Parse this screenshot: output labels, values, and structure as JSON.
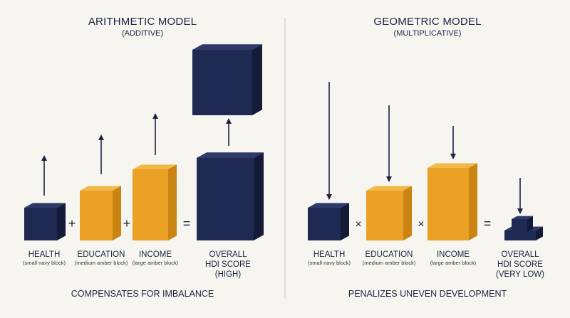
{
  "colors": {
    "background": "#f6f5f0",
    "navy_front": "#1f2a52",
    "navy_side": "#141b38",
    "navy_top": "#2e3a6a",
    "amber_front": "#eaa126",
    "amber_side": "#c98412",
    "amber_top": "#f2b94a",
    "arrow": "#1d2340",
    "divider": "#c9c9c9"
  },
  "arithmetic": {
    "title": "ARITHMETIC MODEL",
    "subtitle": "(ADDITIVE)",
    "operators": [
      "+",
      "+",
      "="
    ],
    "items": [
      {
        "label": "HEALTH",
        "sub": "(small navy block)"
      },
      {
        "label": "EDUCATION",
        "sub": "(medium amber block)"
      },
      {
        "label": "INCOME",
        "sub": "(large amber block)"
      }
    ],
    "result": {
      "line1": "OVERALL",
      "line2": "HDI SCORE",
      "line3": "(HIGH)"
    },
    "caption": "COMPENSATES FOR IMBALANCE"
  },
  "geometric": {
    "title": "GEOMETRIC MODEL",
    "subtitle": "(MULTIPLICATIVE)",
    "operators": [
      "×",
      "×",
      "="
    ],
    "items": [
      {
        "label": "HEALTH",
        "sub": "(small navy block)"
      },
      {
        "label": "EDUCATION",
        "sub": "(medium amber block)"
      },
      {
        "label": "INCOME",
        "sub": "(large amber block)"
      }
    ],
    "result": {
      "line1": "OVERALL",
      "line2": "HDI SCORE",
      "line3": "(VERY LOW)"
    },
    "caption": "PENALIZES UNEVEN DEVELOPMENT"
  }
}
